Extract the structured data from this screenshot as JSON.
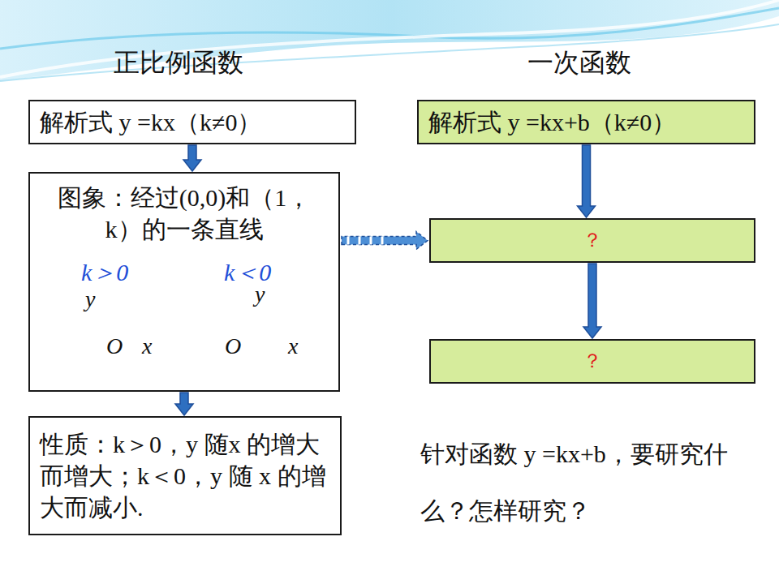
{
  "diagram": {
    "nodes": [
      {
        "text": [
          "解析式 y =kx（k≠0）"
        ]
      },
      {
        "text": [
          "图象：经过(0,0)和（1，k）的一条直线"
        ]
      },
      {
        "text": [
          "性质：k＞0，y 随x 的增大而增大；k＜0，y 随 x 的增大而减小."
        ]
      },
      {
        "text": [
          "解析式 y =kx+b（k≠0）"
        ]
      },
      {
        "text": [
          "？"
        ]
      },
      {
        "text": [
          "？"
        ]
      }
    ],
    "edges": [
      {
        "from": 0,
        "to": 1,
        "arrow": "to"
      },
      {
        "from": 1,
        "to": 2,
        "arrow": "to"
      },
      {
        "from": 3,
        "to": 4,
        "arrow": "to"
      },
      {
        "from": 4,
        "to": 5,
        "arrow": "to"
      },
      {
        "from": 1,
        "to": 4,
        "arrow": "to"
      }
    ],
    "labels": [
      "正比例函数",
      "一次函数",
      "k＞0",
      "y",
      "O",
      "x",
      "k＜0",
      "y",
      "O",
      "x",
      "针对函数 y =kx+b，要研究什么？怎样研究？"
    ]
  }
}
